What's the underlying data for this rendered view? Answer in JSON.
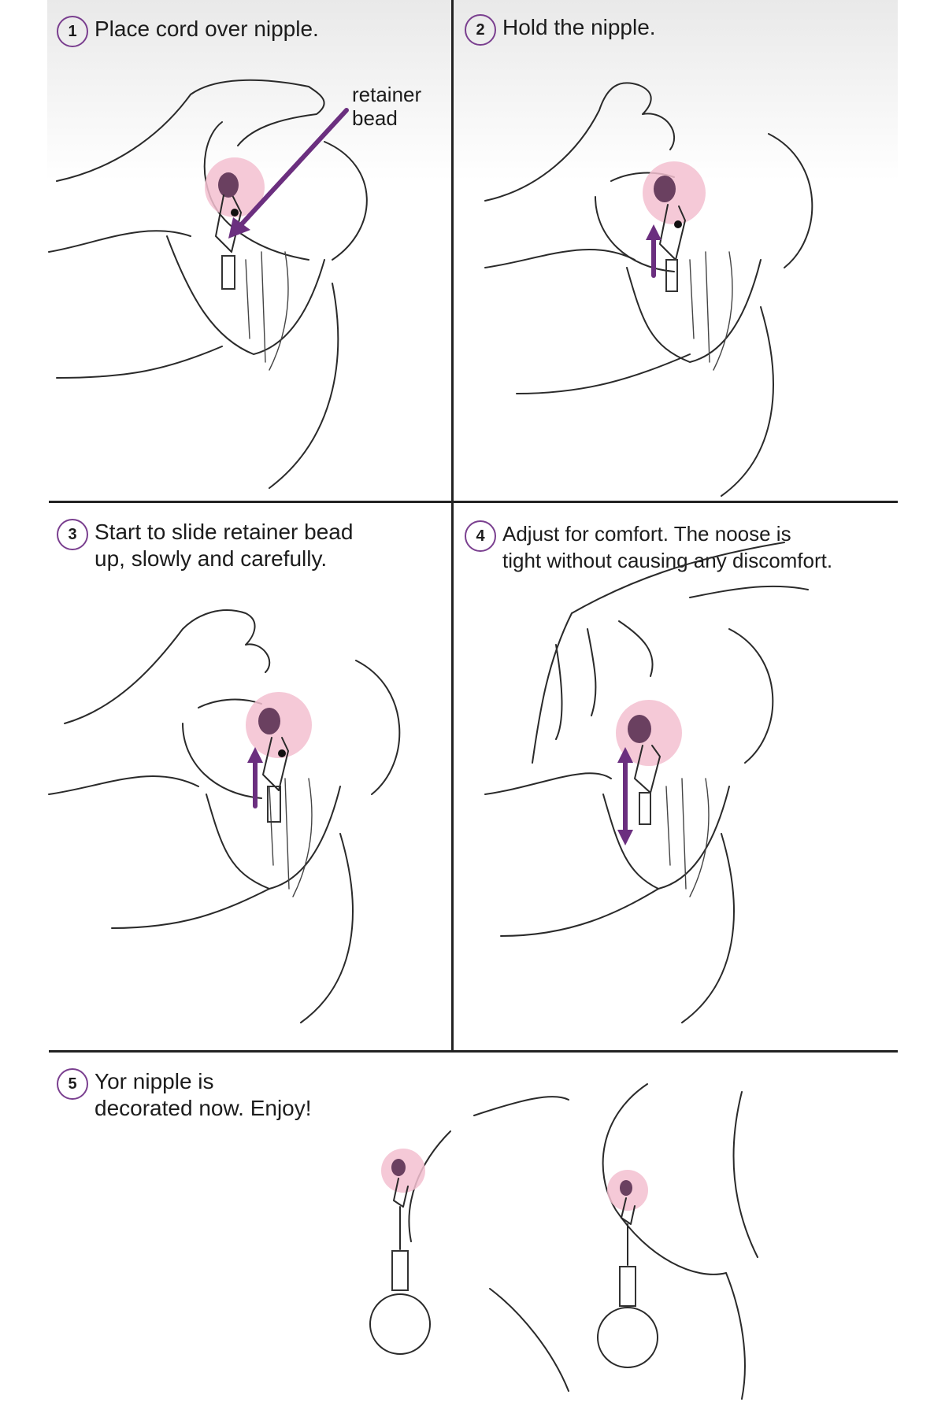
{
  "colors": {
    "accent": "#7a3f8f",
    "arrow": "#6b2f7f",
    "areola": "#f3bfd0",
    "line": "#2a2a2a"
  },
  "steps": [
    {
      "number": "1",
      "text": "Place cord over nipple."
    },
    {
      "number": "2",
      "text": "Hold the nipple."
    },
    {
      "number": "3",
      "text": "Start to slide retainer bead\nup, slowly and carefully."
    },
    {
      "number": "4",
      "text": "Adjust for comfort. The noose is\ntight without causing any discomfort."
    },
    {
      "number": "5",
      "text": "Yor nipple is\ndecorated now. Enjoy!"
    }
  ],
  "annotation": {
    "label": "retainer\nbead"
  }
}
